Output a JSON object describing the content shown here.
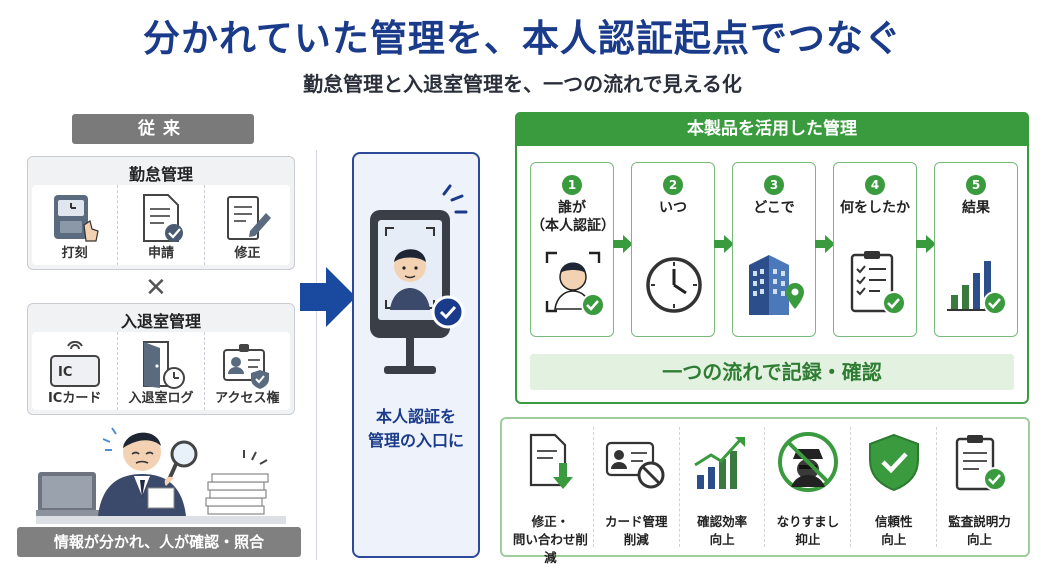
{
  "header": {
    "title": "分かれていた管理を、本人認証起点でつなぐ",
    "subtitle": "勤怠管理と入退室管理を、一つの流れで見える化"
  },
  "legacy": {
    "header": "従来",
    "attendance": {
      "title": "勤怠管理",
      "items": [
        {
          "label": "打刻",
          "icon": "time-clock-icon"
        },
        {
          "label": "申請",
          "icon": "application-document-icon"
        },
        {
          "label": "修正",
          "icon": "edit-document-icon"
        }
      ]
    },
    "times_symbol": "✕",
    "access": {
      "title": "入退室管理",
      "items": [
        {
          "label": "ICカード",
          "card_text": "IC",
          "icon": "ic-card-icon"
        },
        {
          "label": "入退室ログ",
          "icon": "door-log-icon"
        },
        {
          "label": "アクセス権",
          "icon": "access-badge-icon"
        }
      ]
    },
    "footer": "情報が分かれ、人が確認・照合"
  },
  "center": {
    "caption_line1": "本人認証を",
    "caption_line2": "管理の入口に"
  },
  "product": {
    "header": "本製品を活用した管理",
    "steps": [
      {
        "num": "1",
        "label_line1": "誰が",
        "label_line2": "（本人認証）",
        "icon": "face-scan-icon"
      },
      {
        "num": "2",
        "label_line1": "いつ",
        "label_line2": "",
        "icon": "clock-icon"
      },
      {
        "num": "3",
        "label_line1": "どこで",
        "label_line2": "",
        "icon": "building-location-icon"
      },
      {
        "num": "4",
        "label_line1": "何をしたか",
        "label_line2": "",
        "icon": "checklist-icon"
      },
      {
        "num": "5",
        "label_line1": "結果",
        "label_line2": "",
        "icon": "bar-chart-icon"
      }
    ],
    "flow_banner": "一つの流れで記録・確認"
  },
  "benefits": [
    {
      "label": "修正・\n問い合わせ削減",
      "icon": "document-download-icon"
    },
    {
      "label": "カード管理\n削減",
      "icon": "card-prohibited-icon"
    },
    {
      "label": "確認効率\n向上",
      "icon": "growth-chart-icon"
    },
    {
      "label": "なりすまし\n抑止",
      "icon": "no-impersonation-icon"
    },
    {
      "label": "信頼性\n向上",
      "icon": "shield-check-icon"
    },
    {
      "label": "監査説明力\n向上",
      "icon": "audit-clipboard-icon"
    }
  ],
  "colors": {
    "title_blue": "#1a3a8a",
    "brand_green": "#3a9a3e",
    "legacy_gray": "#7a7a7a",
    "kiosk_blue": "#2d4a9a"
  }
}
